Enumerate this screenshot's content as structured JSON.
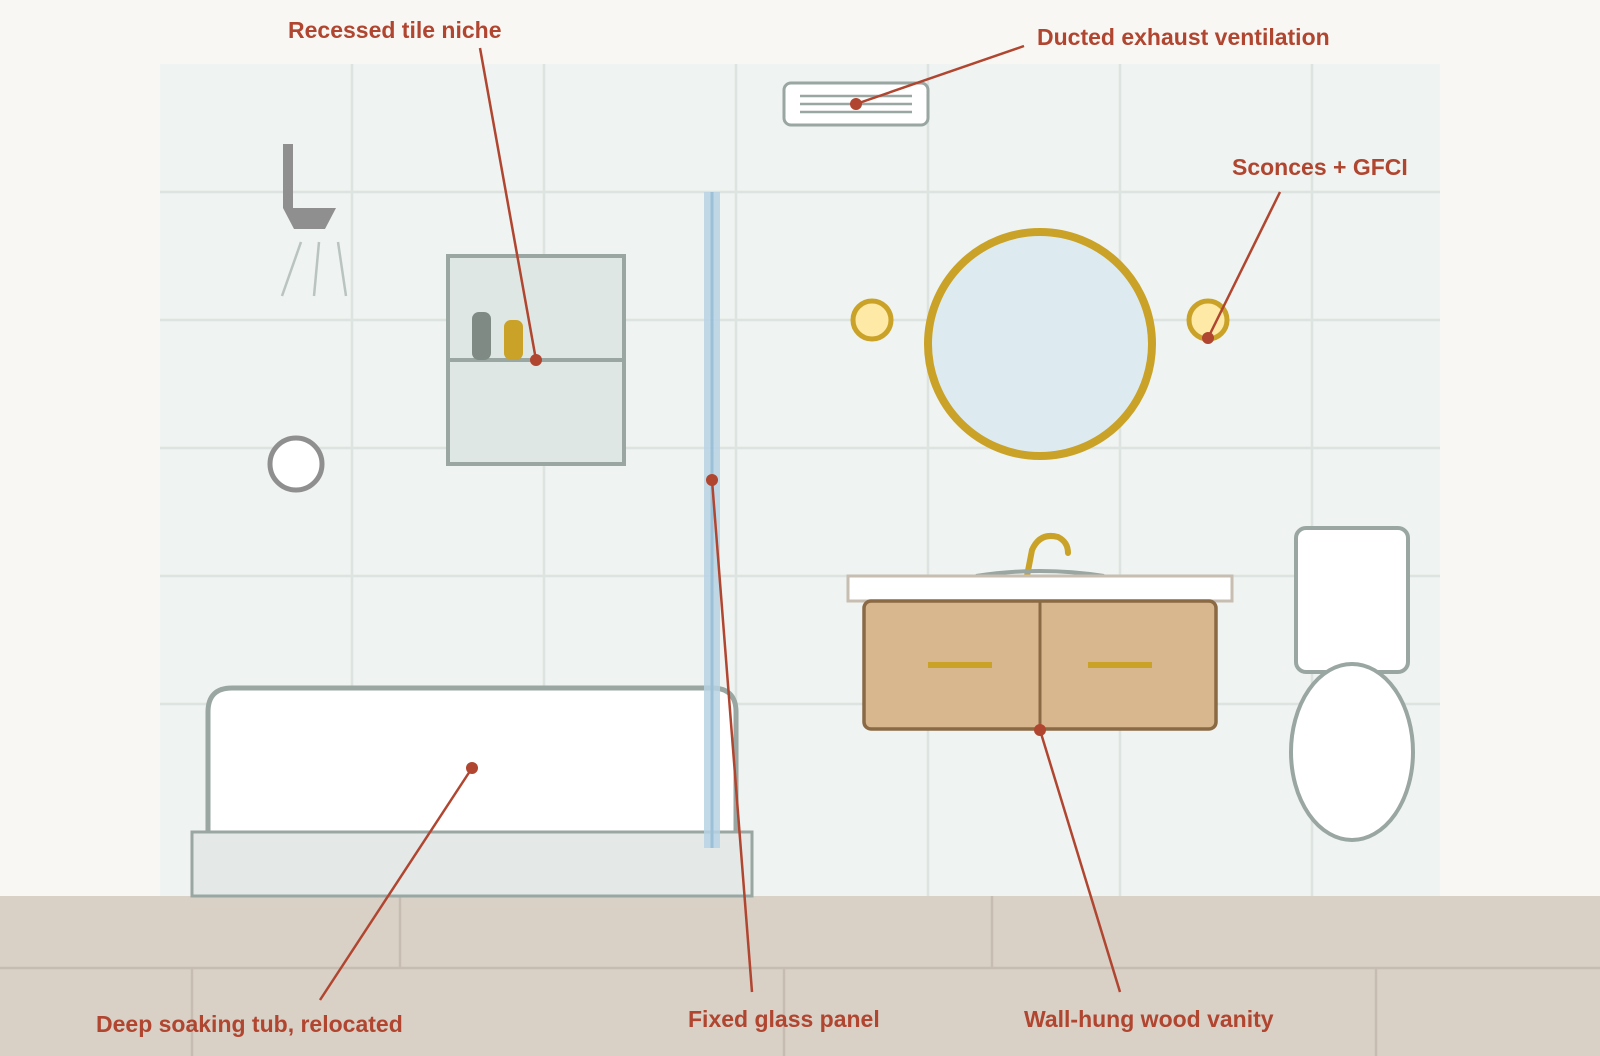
{
  "colors": {
    "background": "#f9f7f3",
    "wall": "#eff3f1",
    "tile_grout": "#dce3e0",
    "floor": "#d9d0c6",
    "floor_grout": "#c6bcb1",
    "accent": "#b04530",
    "gold": "#c9a227",
    "fixture_outline": "#99a6a2",
    "wood": "#d8b78f",
    "wood_outline": "#8a6a44",
    "glass": "#b7d2e4",
    "mirror_glass": "#ddebf1",
    "fixture_white": "#ffffff",
    "fixture_gray": "#8f8f8f"
  },
  "icons": {
    "shower_head": "shower-head-icon",
    "shower_valve": "shower-valve-icon",
    "niche": "tile-niche-icon",
    "exhaust_fan": "exhaust-fan-icon",
    "mirror": "round-mirror-icon",
    "sconce": "sconce-icon",
    "faucet": "faucet-icon",
    "vanity": "vanity-icon",
    "toilet": "toilet-icon",
    "bathtub": "bathtub-icon",
    "glass_panel": "glass-panel-icon"
  },
  "callouts": {
    "niche": "Recessed tile niche",
    "exhaust": "Ducted exhaust ventilation",
    "sconces": "Sconces + GFCI",
    "tub": "Deep soaking tub, relocated",
    "glass": "Fixed glass panel",
    "vanity": "Wall-hung wood vanity"
  }
}
